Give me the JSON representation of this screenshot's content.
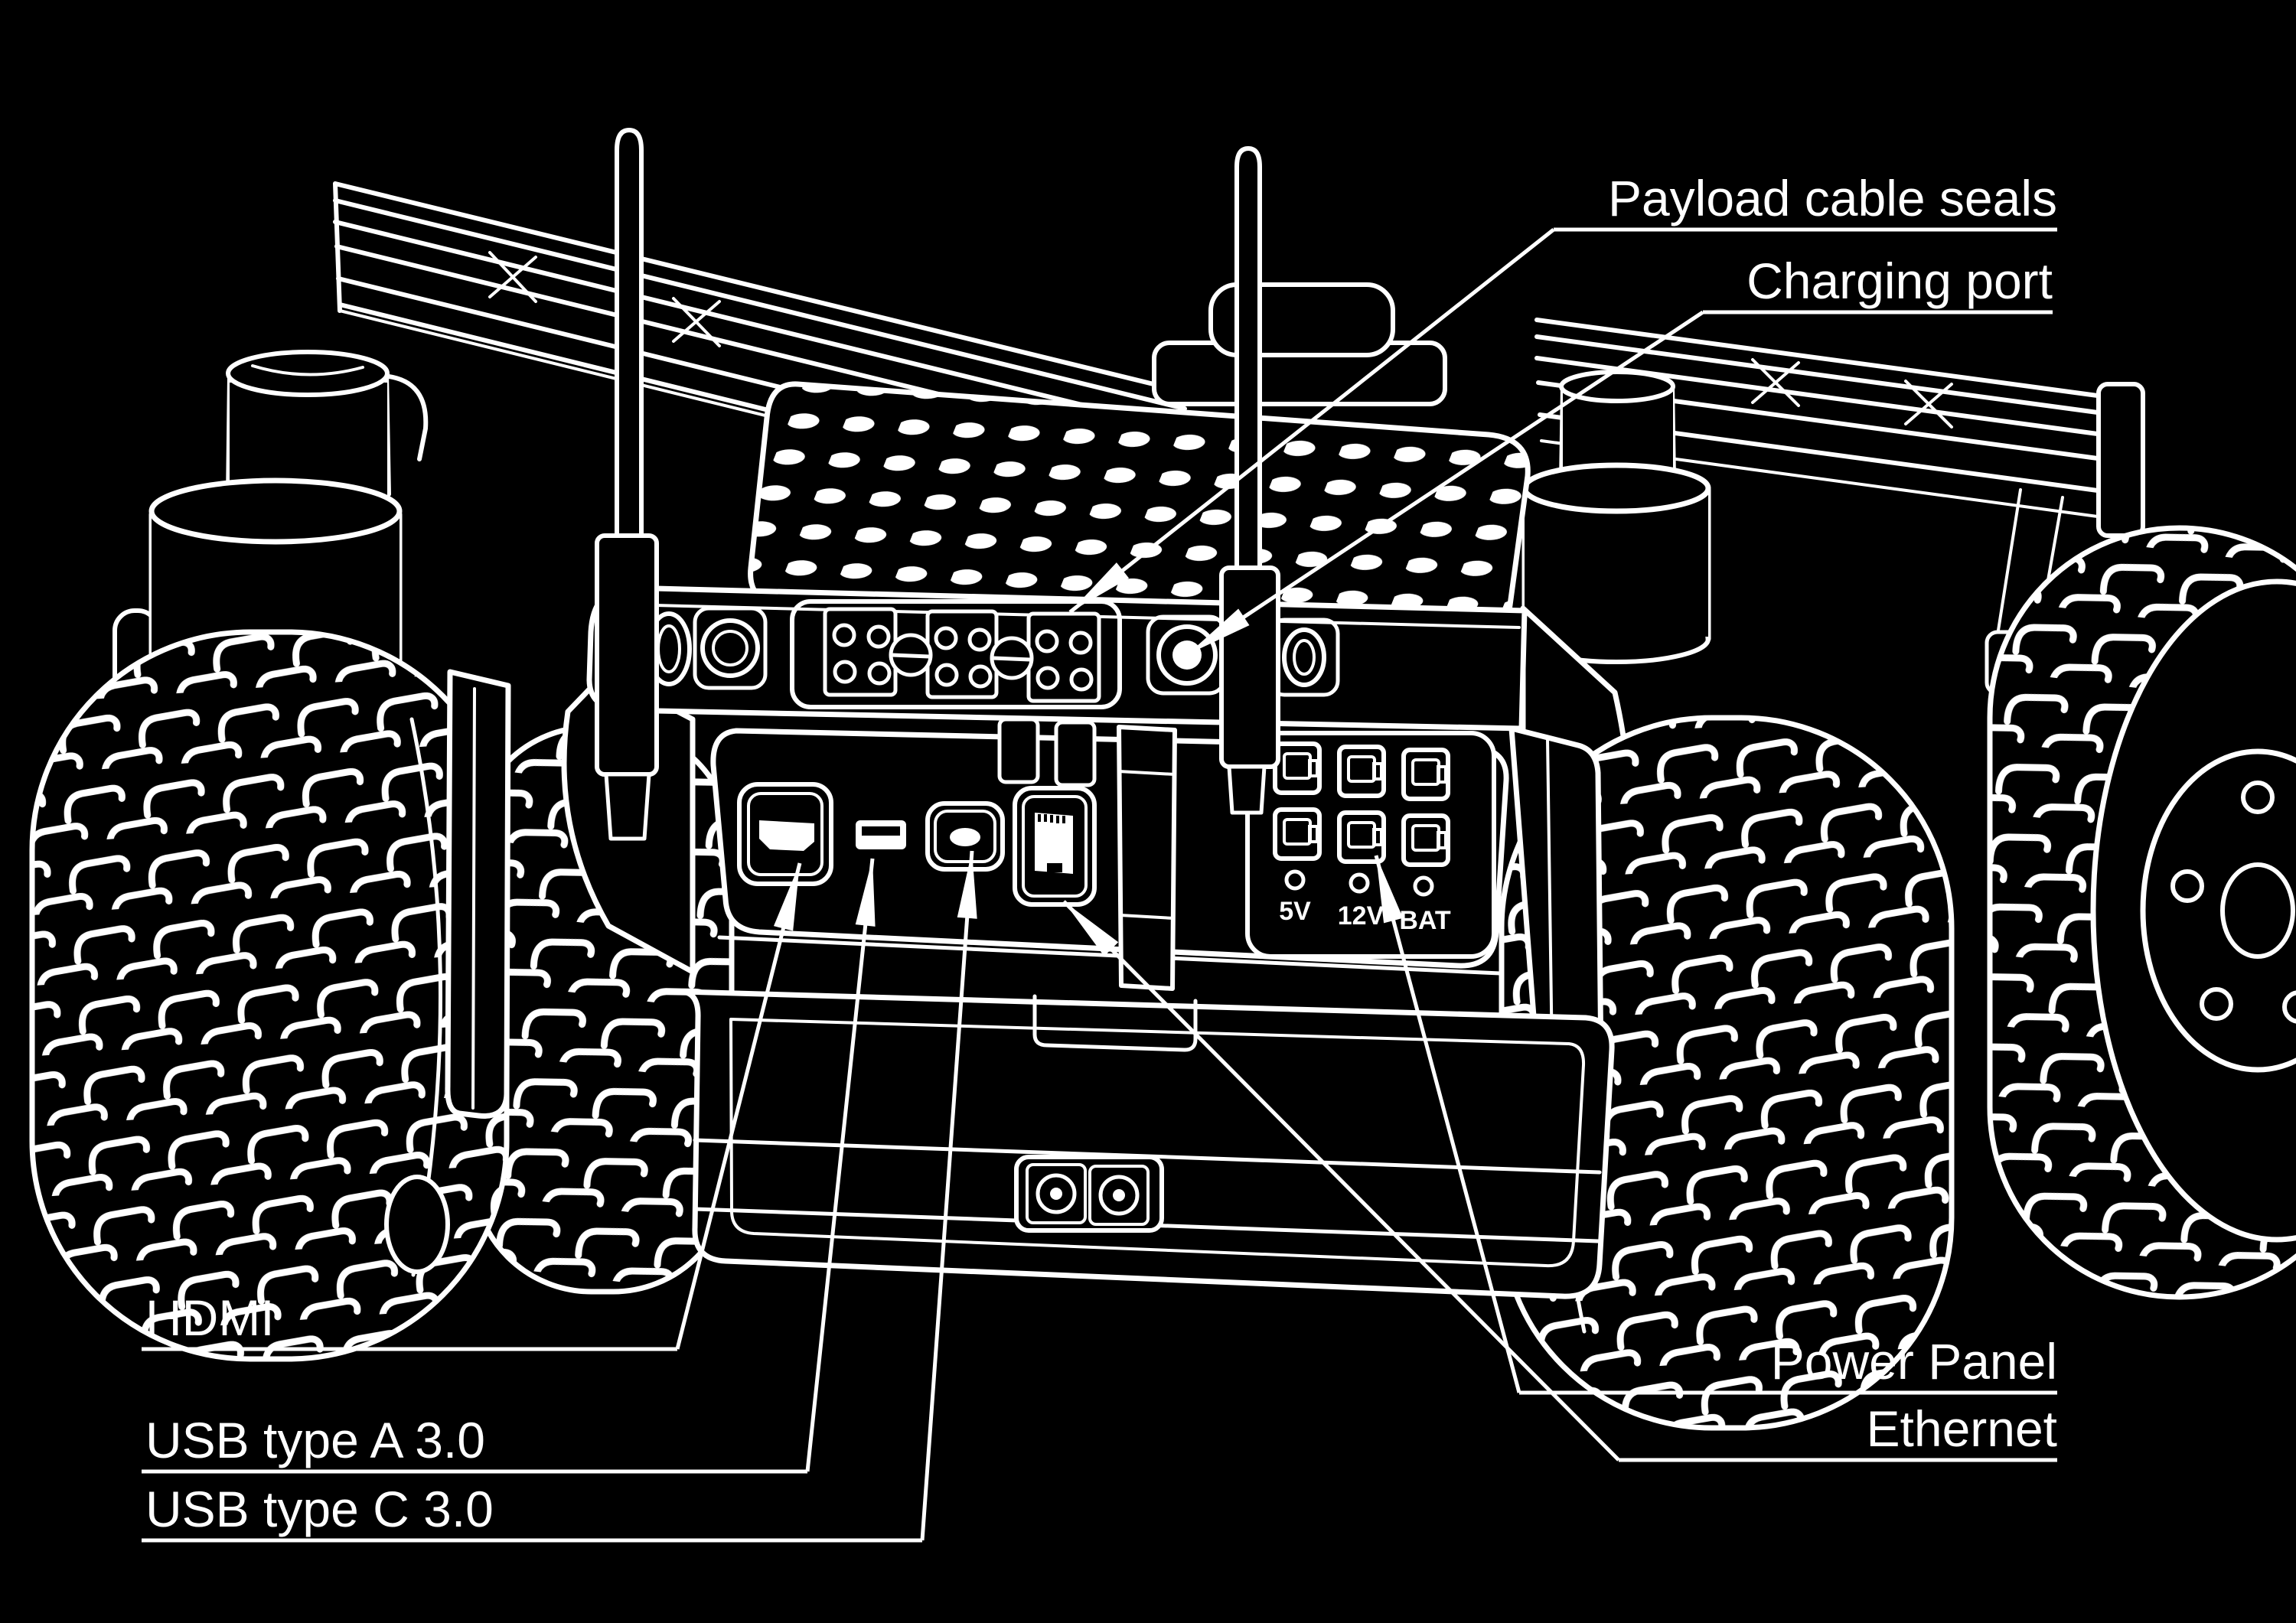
{
  "diagram": {
    "background_color": "#000000",
    "line_color": "#ffffff",
    "callouts": [
      {
        "id": "payload-cable-seals",
        "label": "Payload cable seals"
      },
      {
        "id": "charging-port",
        "label": "Charging port"
      },
      {
        "id": "hdmi",
        "label": "HDMI"
      },
      {
        "id": "usb-type-a",
        "label": "USB type A 3.0"
      },
      {
        "id": "usb-type-c",
        "label": "USB type C 3.0"
      },
      {
        "id": "power-panel",
        "label": "Power Panel"
      },
      {
        "id": "ethernet",
        "label": "Ethernet"
      }
    ],
    "power_panel_labels": [
      "5V",
      "12V",
      "BAT"
    ]
  }
}
